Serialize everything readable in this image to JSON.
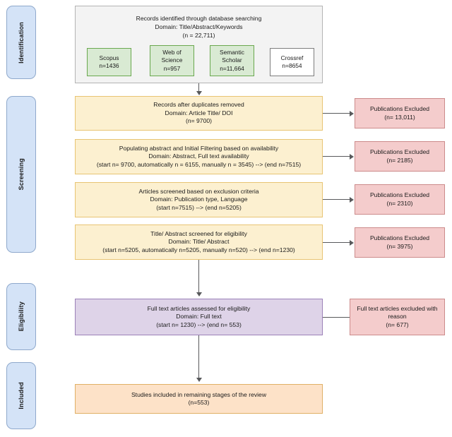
{
  "diagram": {
    "title": "PRISMA flow diagram",
    "colors": {
      "stage_fill": "#d4e3f7",
      "stage_border": "#8fa9cc",
      "panel_fill": "#f3f3f3",
      "source_fill": "#d9ead3",
      "source_border": "#6aa84f",
      "screening_fill": "#fcf0d0",
      "excluded_fill": "#f4cccc",
      "eligibility_fill": "#ded3e8",
      "included_fill": "#fde2c8",
      "connector": "#58595b"
    }
  },
  "stages": [
    {
      "label": "Identification"
    },
    {
      "label": "Screening"
    },
    {
      "label": "Eligibility"
    },
    {
      "label": "Included"
    }
  ],
  "identification": {
    "header": [
      "Records identified through database searching",
      "Domain: Title/Abstract/Keywords",
      "(n = 22,711)"
    ],
    "sources": [
      {
        "name": "Scopus",
        "count": "n=1436",
        "lines": [
          "Scopus",
          "n=1436"
        ]
      },
      {
        "name": "Web of Science",
        "count": "n=957",
        "lines": [
          "Web of",
          "Science",
          "n=957"
        ]
      },
      {
        "name": "Semantic Scholar",
        "count": "n=11,664",
        "lines": [
          "Semantic",
          "Scholar",
          "n=11,664"
        ]
      },
      {
        "name": "Crossref",
        "count": "n=8654",
        "lines": [
          "Crossref",
          "n=8654"
        ]
      }
    ]
  },
  "screening": {
    "steps": [
      {
        "lines": [
          "Records after duplicates removed",
          "Domain: Article Title/ DOI",
          "(n= 9700)"
        ],
        "excluded": [
          "Publications Excluded",
          "(n= 13,011)"
        ]
      },
      {
        "lines": [
          "Populating abstract and Initial Filtering based on availability",
          "Domain:  Abstract, Full text availability",
          "(start n= 9700, automatically n = 6155, manually n = 3545) --> (end n=7515)"
        ],
        "excluded": [
          "Publications Excluded",
          "(n= 2185)"
        ]
      },
      {
        "lines": [
          "Articles screened based on exclusion criteria",
          "Domain: Publication type, Language",
          "(start n=7515) --> (end n=5205)"
        ],
        "excluded": [
          "Publications Excluded",
          "(n= 2310)"
        ]
      },
      {
        "lines": [
          "Title/ Abstract screened for eligibility",
          "Domain: Title/ Abstract",
          "(start n=5205, automatically n=5205, manually n=520) --> (end n=1230)"
        ],
        "excluded": [
          "Publications Excluded",
          "(n= 3975)"
        ]
      }
    ]
  },
  "eligibility": {
    "main": [
      "Full text articles assessed for eligibility",
      "Domain: Full text",
      "(start n= 1230) --> (end n= 553)"
    ],
    "excluded": [
      "Full text articles excluded with",
      "reason",
      "(n= 677)"
    ]
  },
  "included": {
    "main": [
      "Studies included in remaining stages of the review",
      "(n=553)"
    ]
  }
}
